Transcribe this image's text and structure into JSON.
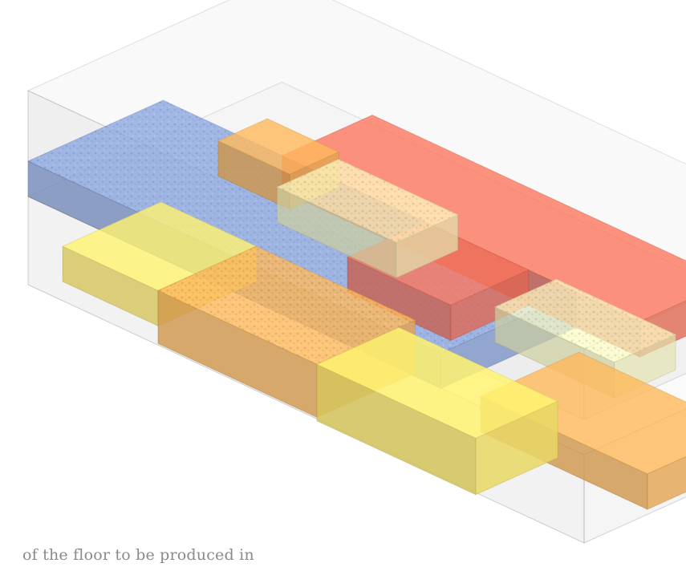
{
  "diagram": {
    "type": "isometric-massing-model",
    "caption": "of the floor to be produced in",
    "colors": {
      "ghost": "#d4d4d4",
      "blue": "#7f9ad2",
      "yellow": "#f6e36a",
      "orange": "#f0ad55",
      "red": "#ec6c55",
      "pale_yellow": "#eef0b8"
    },
    "blocks": [
      {
        "id": "ghost-upper",
        "color": "ghost"
      },
      {
        "id": "ghost-lower",
        "color": "ghost"
      },
      {
        "id": "blue-slab",
        "color": "blue"
      },
      {
        "id": "red-north",
        "color": "red"
      },
      {
        "id": "red-wing",
        "color": "red"
      },
      {
        "id": "orange-top",
        "color": "orange"
      },
      {
        "id": "pale-courtyard-1",
        "color": "pale_yellow"
      },
      {
        "id": "pale-courtyard-2",
        "color": "pale_yellow"
      },
      {
        "id": "yellow-left",
        "color": "yellow"
      },
      {
        "id": "orange-row",
        "color": "orange"
      },
      {
        "id": "orange-right",
        "color": "orange"
      },
      {
        "id": "yellow-front",
        "color": "yellow"
      }
    ]
  }
}
